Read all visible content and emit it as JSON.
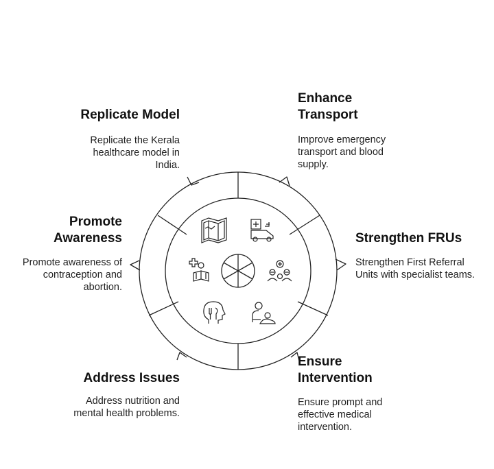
{
  "items": [
    {
      "id": "replicate",
      "title": "Replicate Model",
      "description": "Replicate the Kerala healthcare model in India.",
      "icon": "map-icon"
    },
    {
      "id": "transport",
      "title": "Enhance Transport",
      "description": "Improve emergency transport and blood supply.",
      "icon": "ambulance-icon"
    },
    {
      "id": "frus",
      "title": "Strengthen FRUs",
      "description": "Strengthen First Referral Units with specialist teams.",
      "icon": "medical-team-icon"
    },
    {
      "id": "intervention",
      "title": "Ensure Intervention",
      "description": "Ensure prompt and effective medical intervention.",
      "icon": "doctor-patient-icon"
    },
    {
      "id": "issues",
      "title": "Address Issues",
      "description": "Address nutrition and mental health problems.",
      "icon": "nutrition-mind-icon"
    },
    {
      "id": "awareness",
      "title": "Promote Awareness",
      "description": "Promote awareness of contraception and abortion.",
      "icon": "health-education-icon"
    }
  ],
  "colors": {
    "stroke": "#222222",
    "text": "#1a1a1a",
    "background": "#ffffff"
  }
}
